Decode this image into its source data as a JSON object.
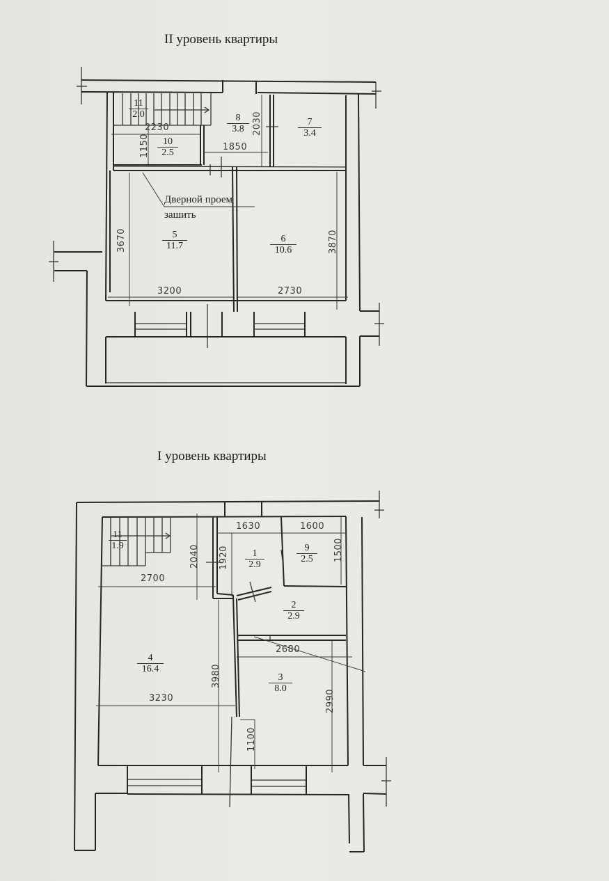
{
  "document": {
    "background_color": "#e6e8e3",
    "line_color": "#262626"
  },
  "level2": {
    "title": "II уровень квартиры",
    "note": {
      "line1": "Дверной проем",
      "line2": "зашить"
    },
    "rooms": [
      {
        "id": "11",
        "number": "11",
        "area": "2.0"
      },
      {
        "id": "10",
        "number": "10",
        "area": "2.5"
      },
      {
        "id": "8",
        "number": "8",
        "area": "3.8"
      },
      {
        "id": "7",
        "number": "7",
        "area": "3.4"
      },
      {
        "id": "5",
        "number": "5",
        "area": "11.7"
      },
      {
        "id": "6",
        "number": "6",
        "area": "10.6"
      }
    ],
    "dimensions": {
      "d2230": "2230",
      "d1150": "1150",
      "d1850": "1850",
      "d2030": "2030",
      "d3670": "3670",
      "d3870": "3870",
      "d3200": "3200",
      "d2730": "2730"
    }
  },
  "level1": {
    "title": "I уровень квартиры",
    "rooms": [
      {
        "id": "11",
        "number": "11",
        "area": "1.9"
      },
      {
        "id": "1",
        "number": "1",
        "area": "2.9"
      },
      {
        "id": "9",
        "number": "9",
        "area": "2.5"
      },
      {
        "id": "2",
        "number": "2",
        "area": "2.9"
      },
      {
        "id": "4",
        "number": "4",
        "area": "16.4"
      },
      {
        "id": "3",
        "number": "3",
        "area": "8.0"
      }
    ],
    "dimensions": {
      "d1630": "1630",
      "d1600": "1600",
      "d2040": "2040",
      "d1920": "1920",
      "d1500": "1500",
      "d2700": "2700",
      "d2680": "2680",
      "d3980": "3980",
      "d3230": "3230",
      "d2990": "2990",
      "d1100": "1100"
    }
  }
}
